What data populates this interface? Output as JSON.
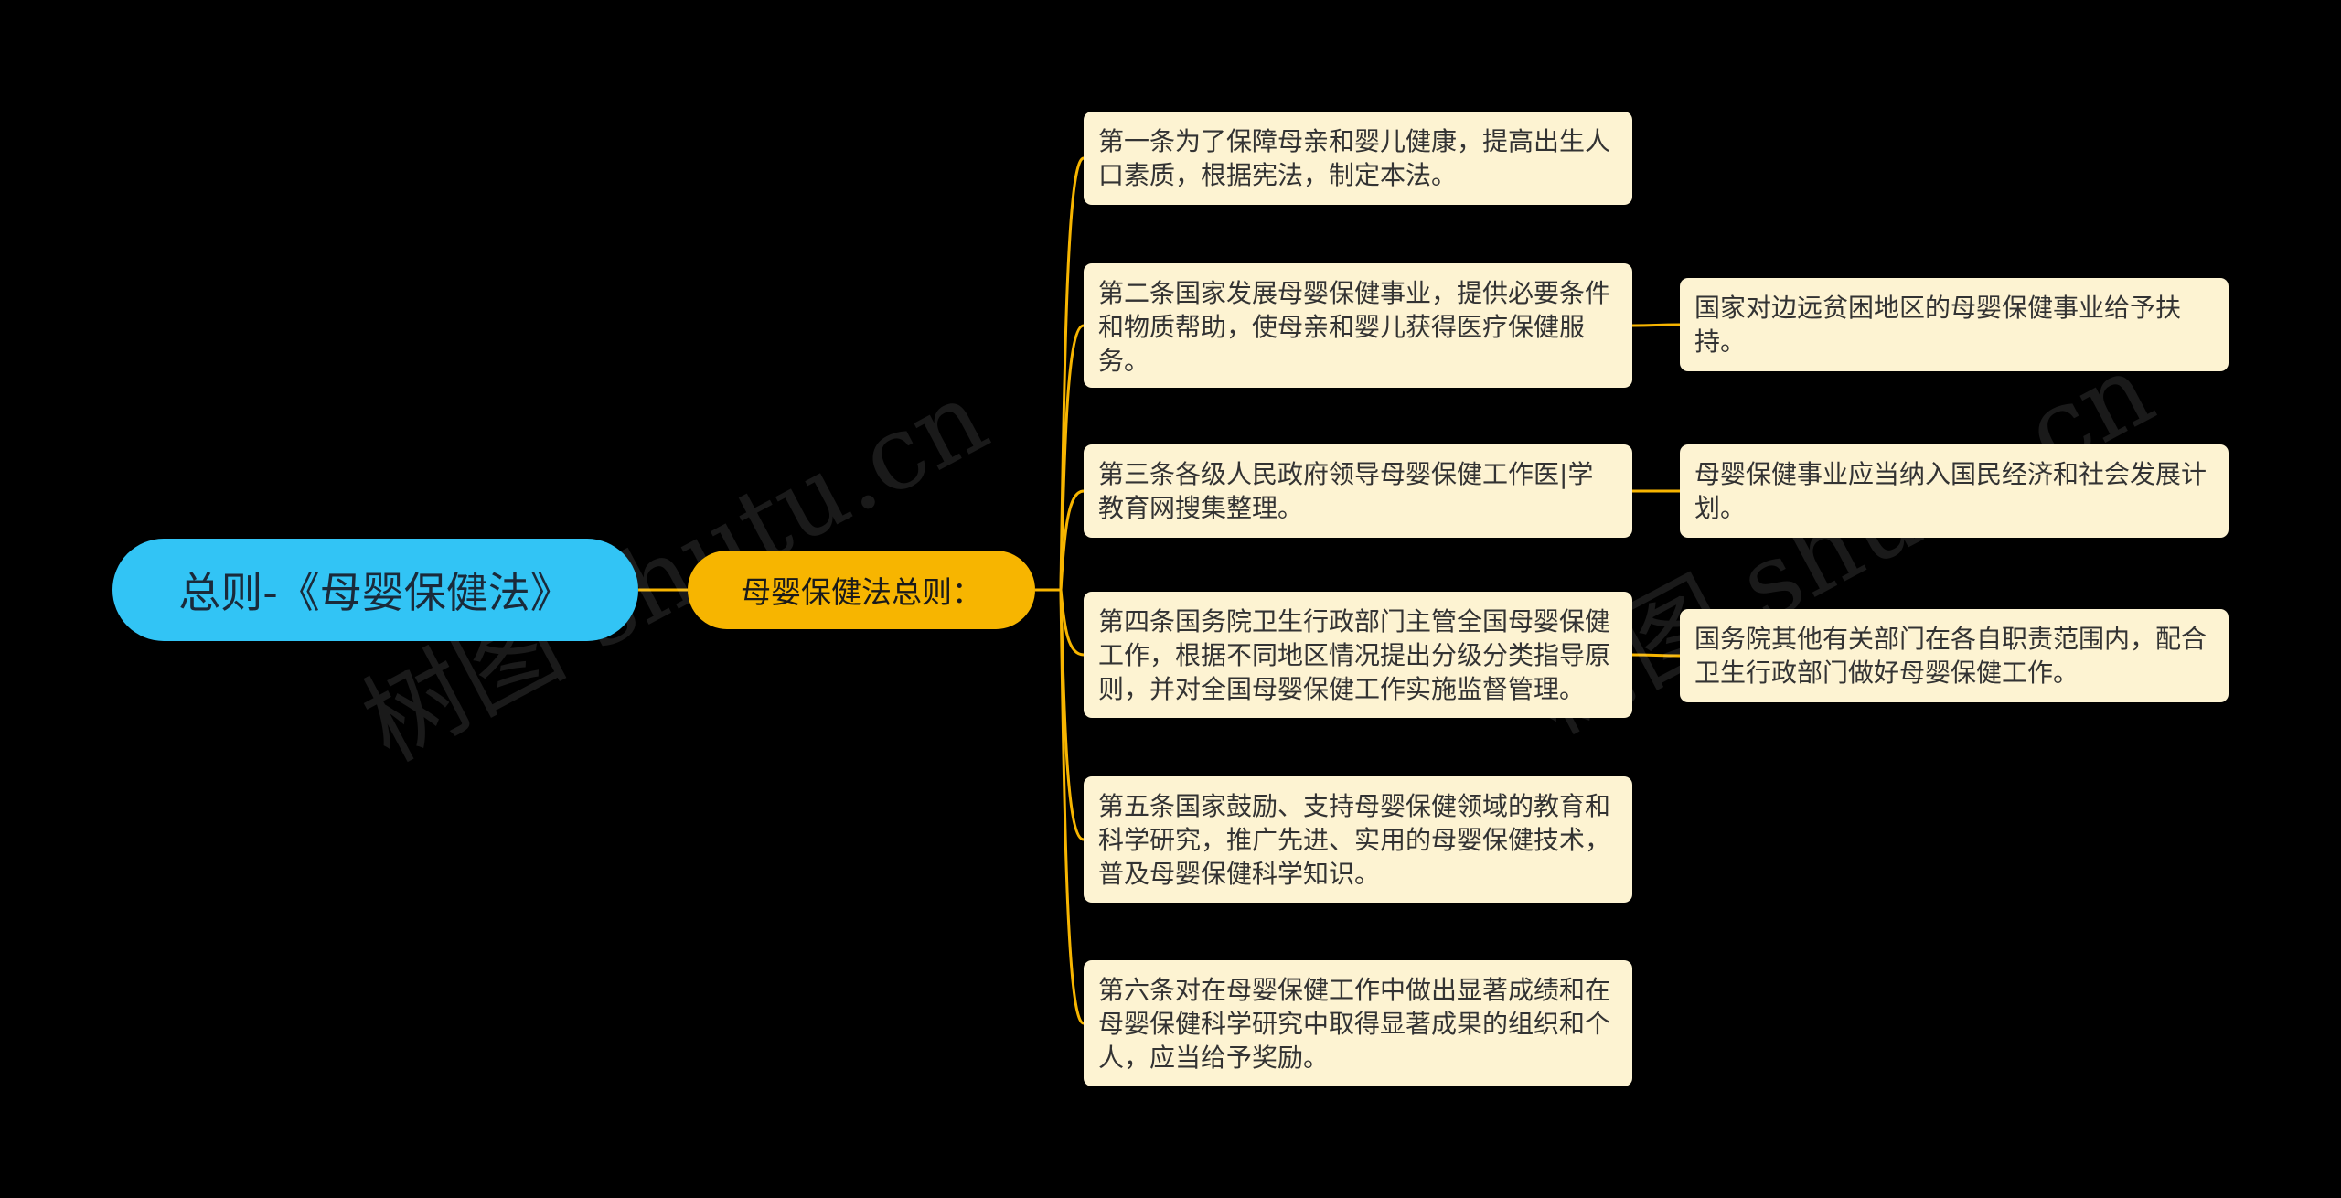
{
  "colors": {
    "background": "#000000",
    "root_fill": "#32c4f5",
    "hub_fill": "#f7b500",
    "leaf_fill": "#fdf3d2",
    "connector": "#f7b500"
  },
  "watermark": [
    "树图 shutu.cn",
    "树图 shutu.cn"
  ],
  "root": {
    "label": "总则-《母婴保健法》"
  },
  "hub": {
    "label": "母婴保健法总则："
  },
  "articles": [
    {
      "text": "第一条为了保障母亲和婴儿健康，提高出生人口素质，根据宪法，制定本法。"
    },
    {
      "text": "第二条国家发展母婴保健事业，提供必要条件和物质帮助，使母亲和婴儿获得医疗保健服务。",
      "detail": "国家对边远贫困地区的母婴保健事业给予扶持。"
    },
    {
      "text": "第三条各级人民政府领导母婴保健工作医|学教育网搜集整理。",
      "detail": "母婴保健事业应当纳入国民经济和社会发展计划。"
    },
    {
      "text": "第四条国务院卫生行政部门主管全国母婴保健工作，根据不同地区情况提出分级分类指导原则，并对全国母婴保健工作实施监督管理。",
      "detail": "国务院其他有关部门在各自职责范围内，配合卫生行政部门做好母婴保健工作。"
    },
    {
      "text": "第五条国家鼓励、支持母婴保健领域的教育和科学研究，推广先进、实用的母婴保健技术，普及母婴保健科学知识。"
    },
    {
      "text": "第六条对在母婴保健工作中做出显著成绩和在母婴保健科学研究中取得显著成果的组织和个人，应当给予奖励。"
    }
  ]
}
